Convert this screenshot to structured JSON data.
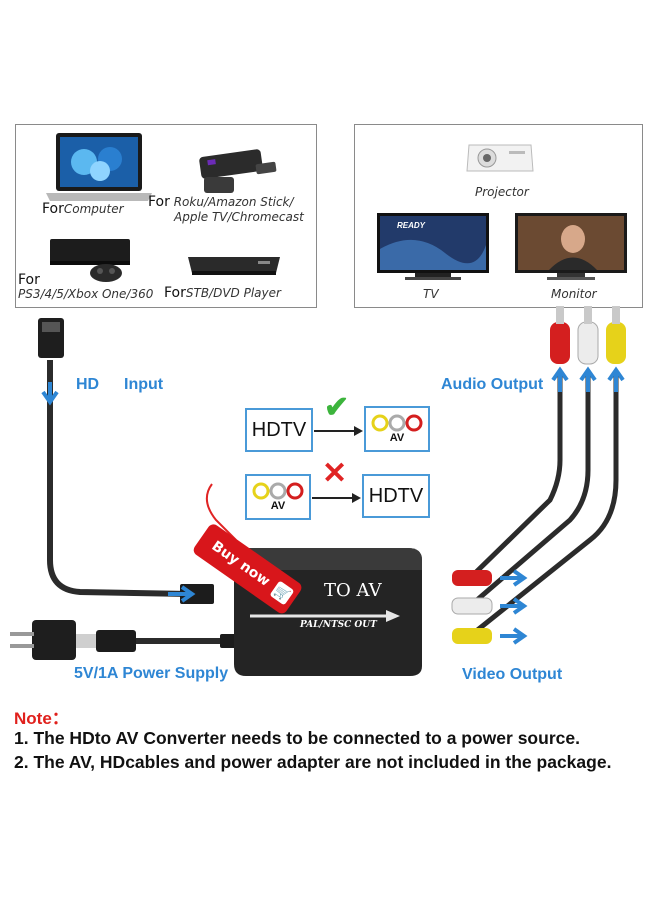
{
  "sources": {
    "computer": {
      "prefix": "For",
      "text": "Computer"
    },
    "roku": {
      "prefix": "For",
      "line1": "Roku/Amazon Stick/",
      "line2": "Apple TV/Chromecast"
    },
    "xbox": {
      "prefix": "For",
      "text": "PS3/4/5/Xbox One/360"
    },
    "stb": {
      "prefix": "For",
      "text": "STB/DVD Player"
    }
  },
  "outputs": {
    "projector": "Projector",
    "tv": "TV",
    "monitor": "Monitor",
    "tv_screen_text": "READY"
  },
  "labels": {
    "hd_input_1": "HD",
    "hd_input_2": "Input",
    "audio_output": "Audio Output",
    "video_output": "Video Output",
    "power_supply": "5V/1A Power Supply"
  },
  "compat": {
    "hdtv": "HDTV",
    "av": "AV",
    "check": "✔",
    "cross": "✕"
  },
  "device": {
    "title_left": "HD",
    "title_right": "TO AV",
    "subtitle": "PAL/NTSC OUT",
    "tag": "Buy now"
  },
  "note": {
    "heading": "Note：",
    "line1_a": "1. The HD",
    "line1_b": "to AV Converter needs to be connected to a power source.",
    "line2_a": "2. The AV, HD",
    "line2_b": "cables and power adapter are not included in the package."
  },
  "colors": {
    "accent_blue": "#2e86d4",
    "note_red": "#e0201c",
    "check_green": "#3cb43c",
    "cross_red": "#e02424"
  }
}
